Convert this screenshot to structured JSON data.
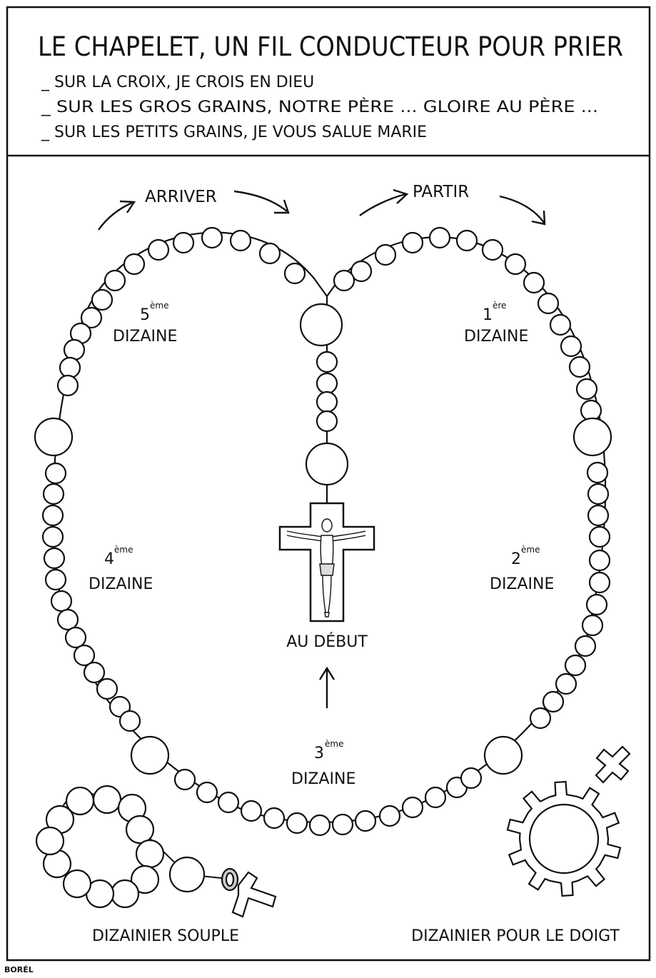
{
  "header": {
    "title": "LE CHAPELET, UN FIL CONDUCTEUR POUR PRIER",
    "lines": [
      "_ SUR LA CROIX, JE CROIS EN DIEU",
      "_ SUR LES GROS GRAINS, NOTRE PÈRE ...   GLOIRE AU PÈRE ...",
      "_ SUR LES PETITS GRAINS, JE VOUS SALUE MARIE"
    ]
  },
  "arrows": {
    "arriver": "ARRIVER",
    "partir": "PARTIR"
  },
  "decades": {
    "first": {
      "num": "1",
      "sup": "ère",
      "word": "DIZAINE"
    },
    "second": {
      "num": "2",
      "sup": "ème",
      "word": "DIZAINE"
    },
    "third": {
      "num": "3",
      "sup": "ème",
      "word": "DIZAINE"
    },
    "fourth": {
      "num": "4",
      "sup": "ème",
      "word": "DIZAINE"
    },
    "fifth": {
      "num": "5",
      "sup": "ème",
      "word": "DIZAINE"
    }
  },
  "start_label": "AU DÉBUT",
  "bottom": {
    "left_label": "DIZAINIER SOUPLE",
    "right_label": "DIZAINIER POUR LE DOIGT"
  },
  "signature": "BORÉL"
}
